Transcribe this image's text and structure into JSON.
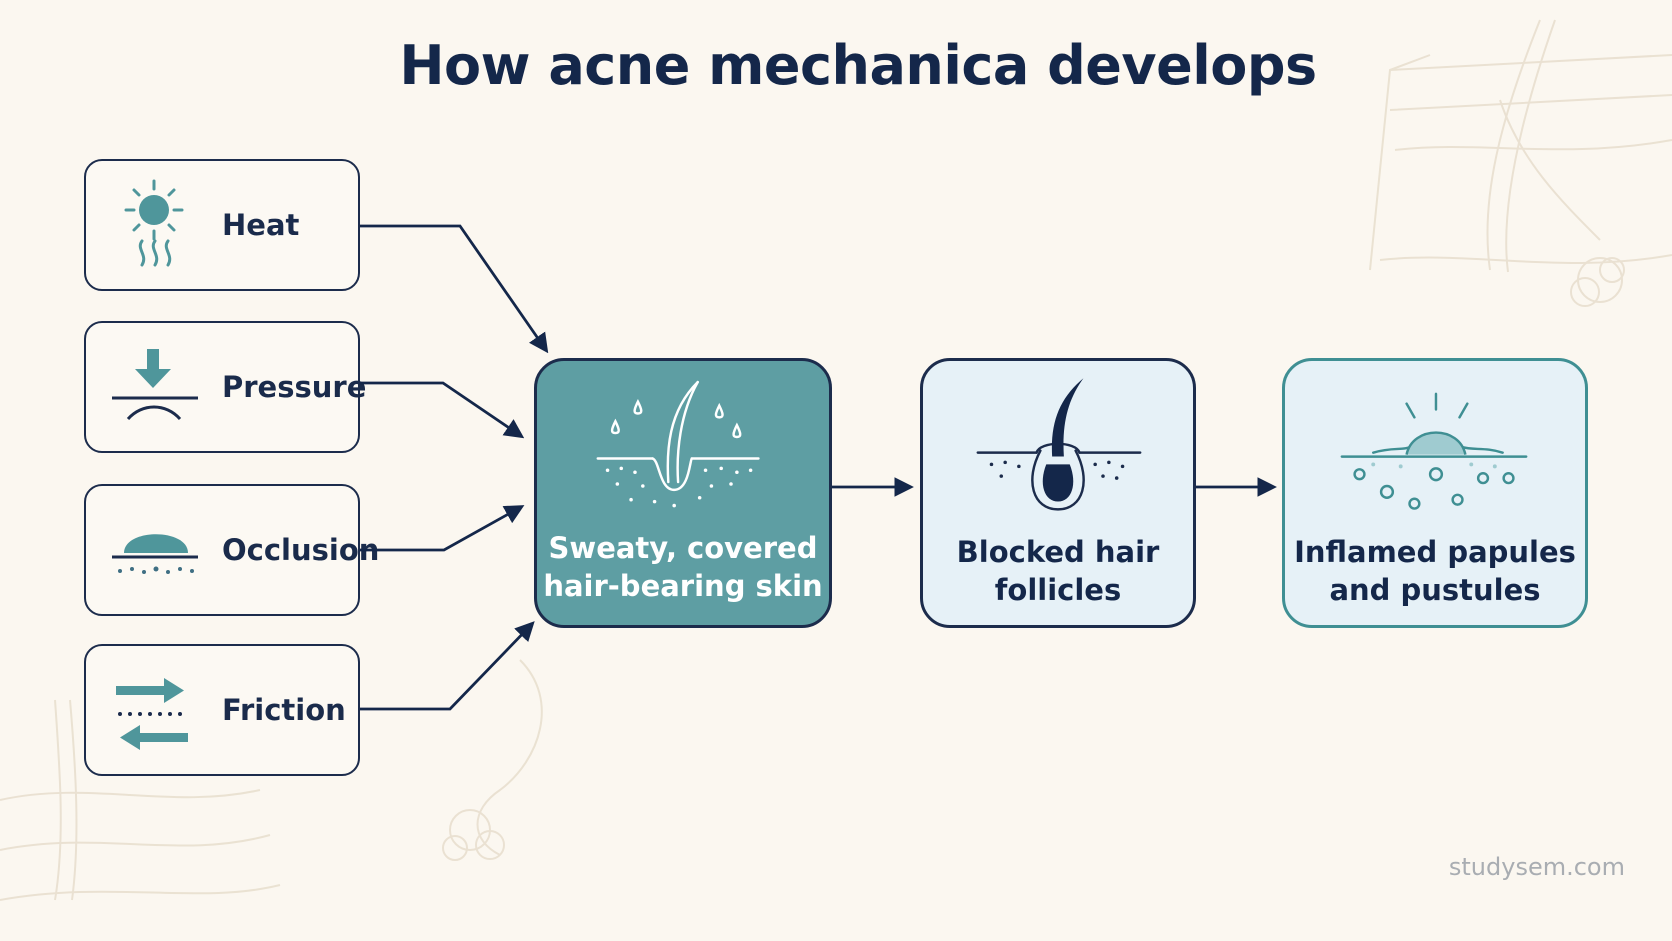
{
  "title": "How acne mechanica develops",
  "causes": [
    {
      "label": "Heat",
      "icon": "sun-heat-icon"
    },
    {
      "label": "Pressure",
      "icon": "pressure-arrow-icon"
    },
    {
      "label": "Occlusion",
      "icon": "occlusion-dome-icon"
    },
    {
      "label": "Friction",
      "icon": "friction-arrows-icon"
    }
  ],
  "stages": [
    {
      "label_line1": "Sweaty, covered",
      "label_line2": "hair-bearing skin",
      "icon": "sweaty-hair-follicle-icon"
    },
    {
      "label_line1": "Blocked hair",
      "label_line2": "follicles",
      "icon": "blocked-follicle-icon"
    },
    {
      "label_line1": "Inflamed papules",
      "label_line2": "and pustules",
      "icon": "inflamed-bump-icon"
    }
  ],
  "watermark": "studysem.com",
  "colors": {
    "background": "#fbf7f0",
    "navy": "#1c2c4c",
    "teal": "#5e9ea3",
    "light_blue": "#e6f1f7"
  }
}
